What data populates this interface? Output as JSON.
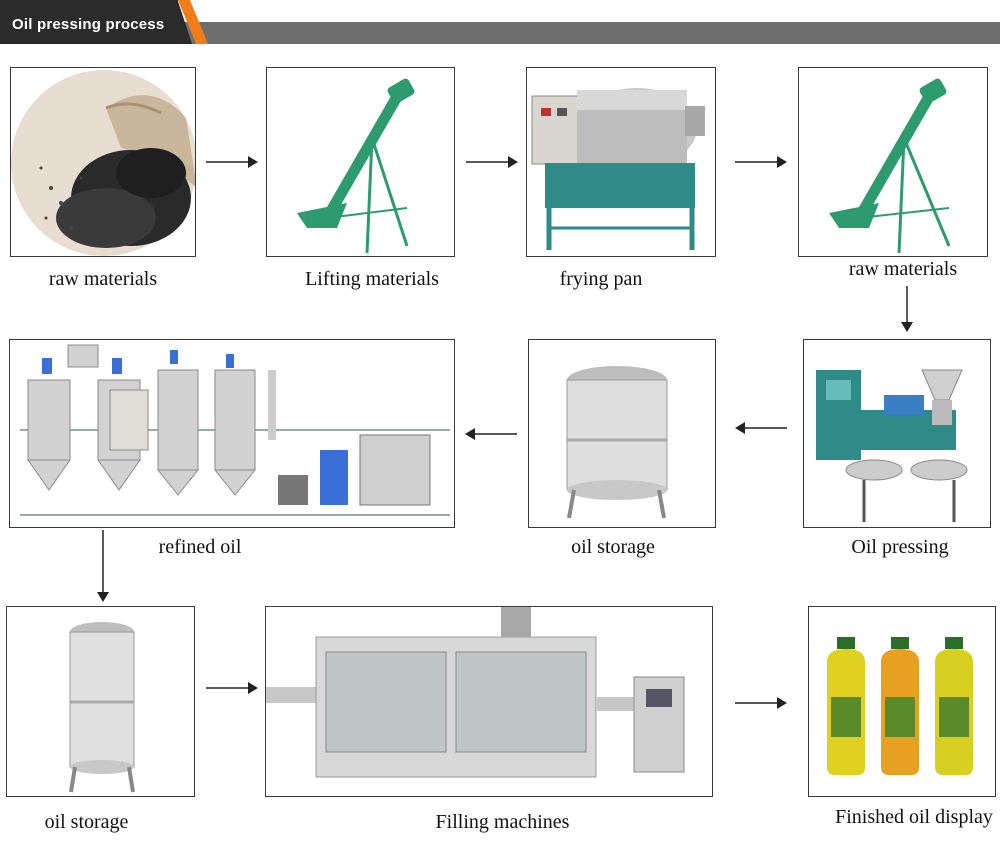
{
  "header": {
    "title": "Oil pressing process"
  },
  "steps": {
    "s1": "raw materials",
    "s2": "Lifting materials",
    "s3": "frying pan",
    "s4": "raw materials",
    "s5": "Oil pressing",
    "s6": "oil storage",
    "s7": "refined oil",
    "s8": "oil storage",
    "s9": "Filling machines",
    "s10": "Finished oil display"
  },
  "colors": {
    "header_bg": "#6e6e6e",
    "header_tab": "#2b2b2b",
    "accent": "#f07d1a",
    "machine_green": "#2e9b6e"
  }
}
